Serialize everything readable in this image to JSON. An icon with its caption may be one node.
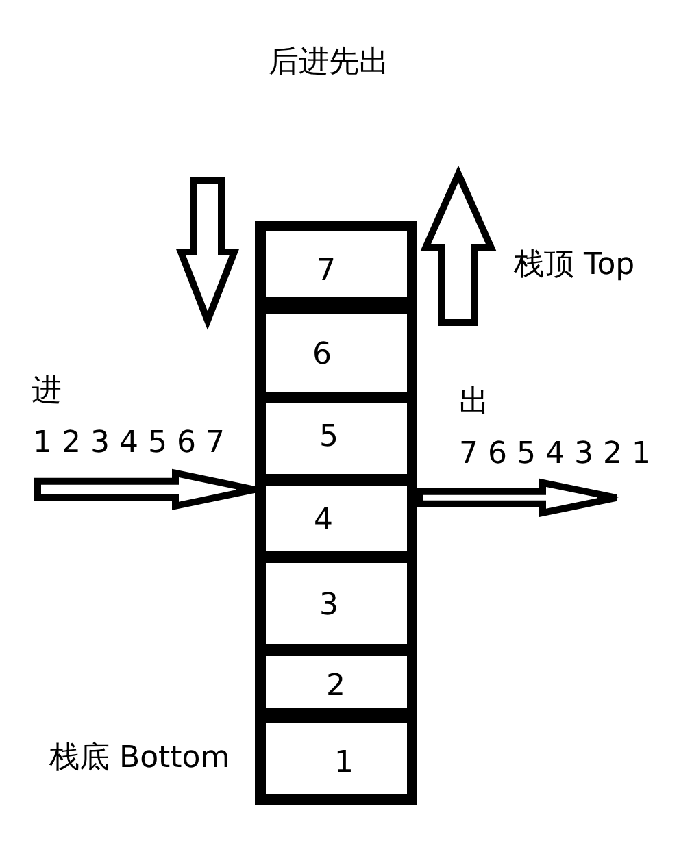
{
  "diagram": {
    "title": "后进先出",
    "nodes": [
      {
        "text": [
          "7"
        ],
        "beside": [
          "栈顶 Top"
        ]
      },
      {
        "text": [
          "6"
        ]
      },
      {
        "text": [
          "5"
        ]
      },
      {
        "text": [
          "4"
        ]
      },
      {
        "text": [
          "3"
        ]
      },
      {
        "text": [
          "2"
        ]
      },
      {
        "text": [
          "1"
        ],
        "beside": [
          "栈底 Bottom"
        ]
      }
    ],
    "edges": [
      {
        "from": null,
        "to": 3,
        "arrow": "to"
      },
      {
        "from": 3,
        "to": null,
        "arrow": "to"
      }
    ],
    "labels": [
      "进",
      "1 2 3 4 5 6 7",
      "出",
      "7 6 5 4 3 2 1"
    ]
  }
}
